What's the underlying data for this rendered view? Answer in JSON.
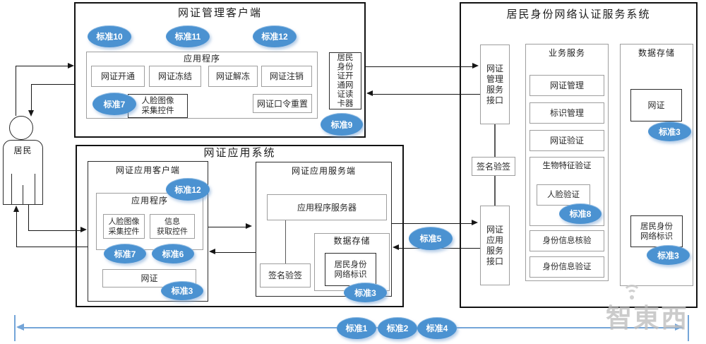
{
  "badges": {
    "s1": "标准1",
    "s2": "标准2",
    "s3": "标准3",
    "s4": "标准4",
    "s5": "标准5",
    "s6": "标准6",
    "s7": "标准7",
    "s8": "标准8",
    "s9": "标准9",
    "s10": "标准10",
    "s11": "标准11",
    "s12": "标准12"
  },
  "resident": {
    "label": "居民"
  },
  "mgmt_system": {
    "title": "网证管理客户端",
    "app_title": "应用程序",
    "functions": [
      "网证开通",
      "网证冻结",
      "网证解冻",
      "网证注销"
    ],
    "face_control": [
      "人脸图像",
      "采集控件"
    ],
    "password_reset": "网证口令重置",
    "reader_lines": [
      "居民",
      "身份",
      "证开",
      "通网",
      "证读",
      "卡器"
    ]
  },
  "app_system": {
    "title": "网证应用系统",
    "client": {
      "title": "网证应用客户端",
      "app_title": "应用程序",
      "face_control": [
        "人脸图像",
        "采集控件"
      ],
      "info_control": [
        "信息",
        "获取控件"
      ],
      "cert": "网证"
    },
    "server": {
      "title": "网证应用服务端",
      "app_server": "应用程序服务器",
      "sign": "签名验签",
      "storage_title": "数据存储",
      "id_lines": [
        "居民身份",
        "网络标识"
      ]
    }
  },
  "auth_system": {
    "title": "居民身份网络认证服务系统",
    "mgmt_if_lines": [
      "网证",
      "管理",
      "服务",
      "接口"
    ],
    "app_if_lines": [
      "网证",
      "应用",
      "服务",
      "接口"
    ],
    "sign": "签名验签",
    "business": {
      "title": "业务服务",
      "items": [
        "网证管理",
        "标识管理",
        "网证验证"
      ],
      "bio_title": "生物特征验证",
      "face_verify": "人脸验证",
      "id_check": "身份信息核验",
      "id_verify": "身份信息验证"
    },
    "storage": {
      "title": "数据存储",
      "cert": "网证",
      "id_lines": [
        "居民身份",
        "网络标识"
      ]
    }
  },
  "watermark": "智東西",
  "colors": {
    "badge_blue": "#4b92d1",
    "arrow_blue": "#74a5d8"
  }
}
